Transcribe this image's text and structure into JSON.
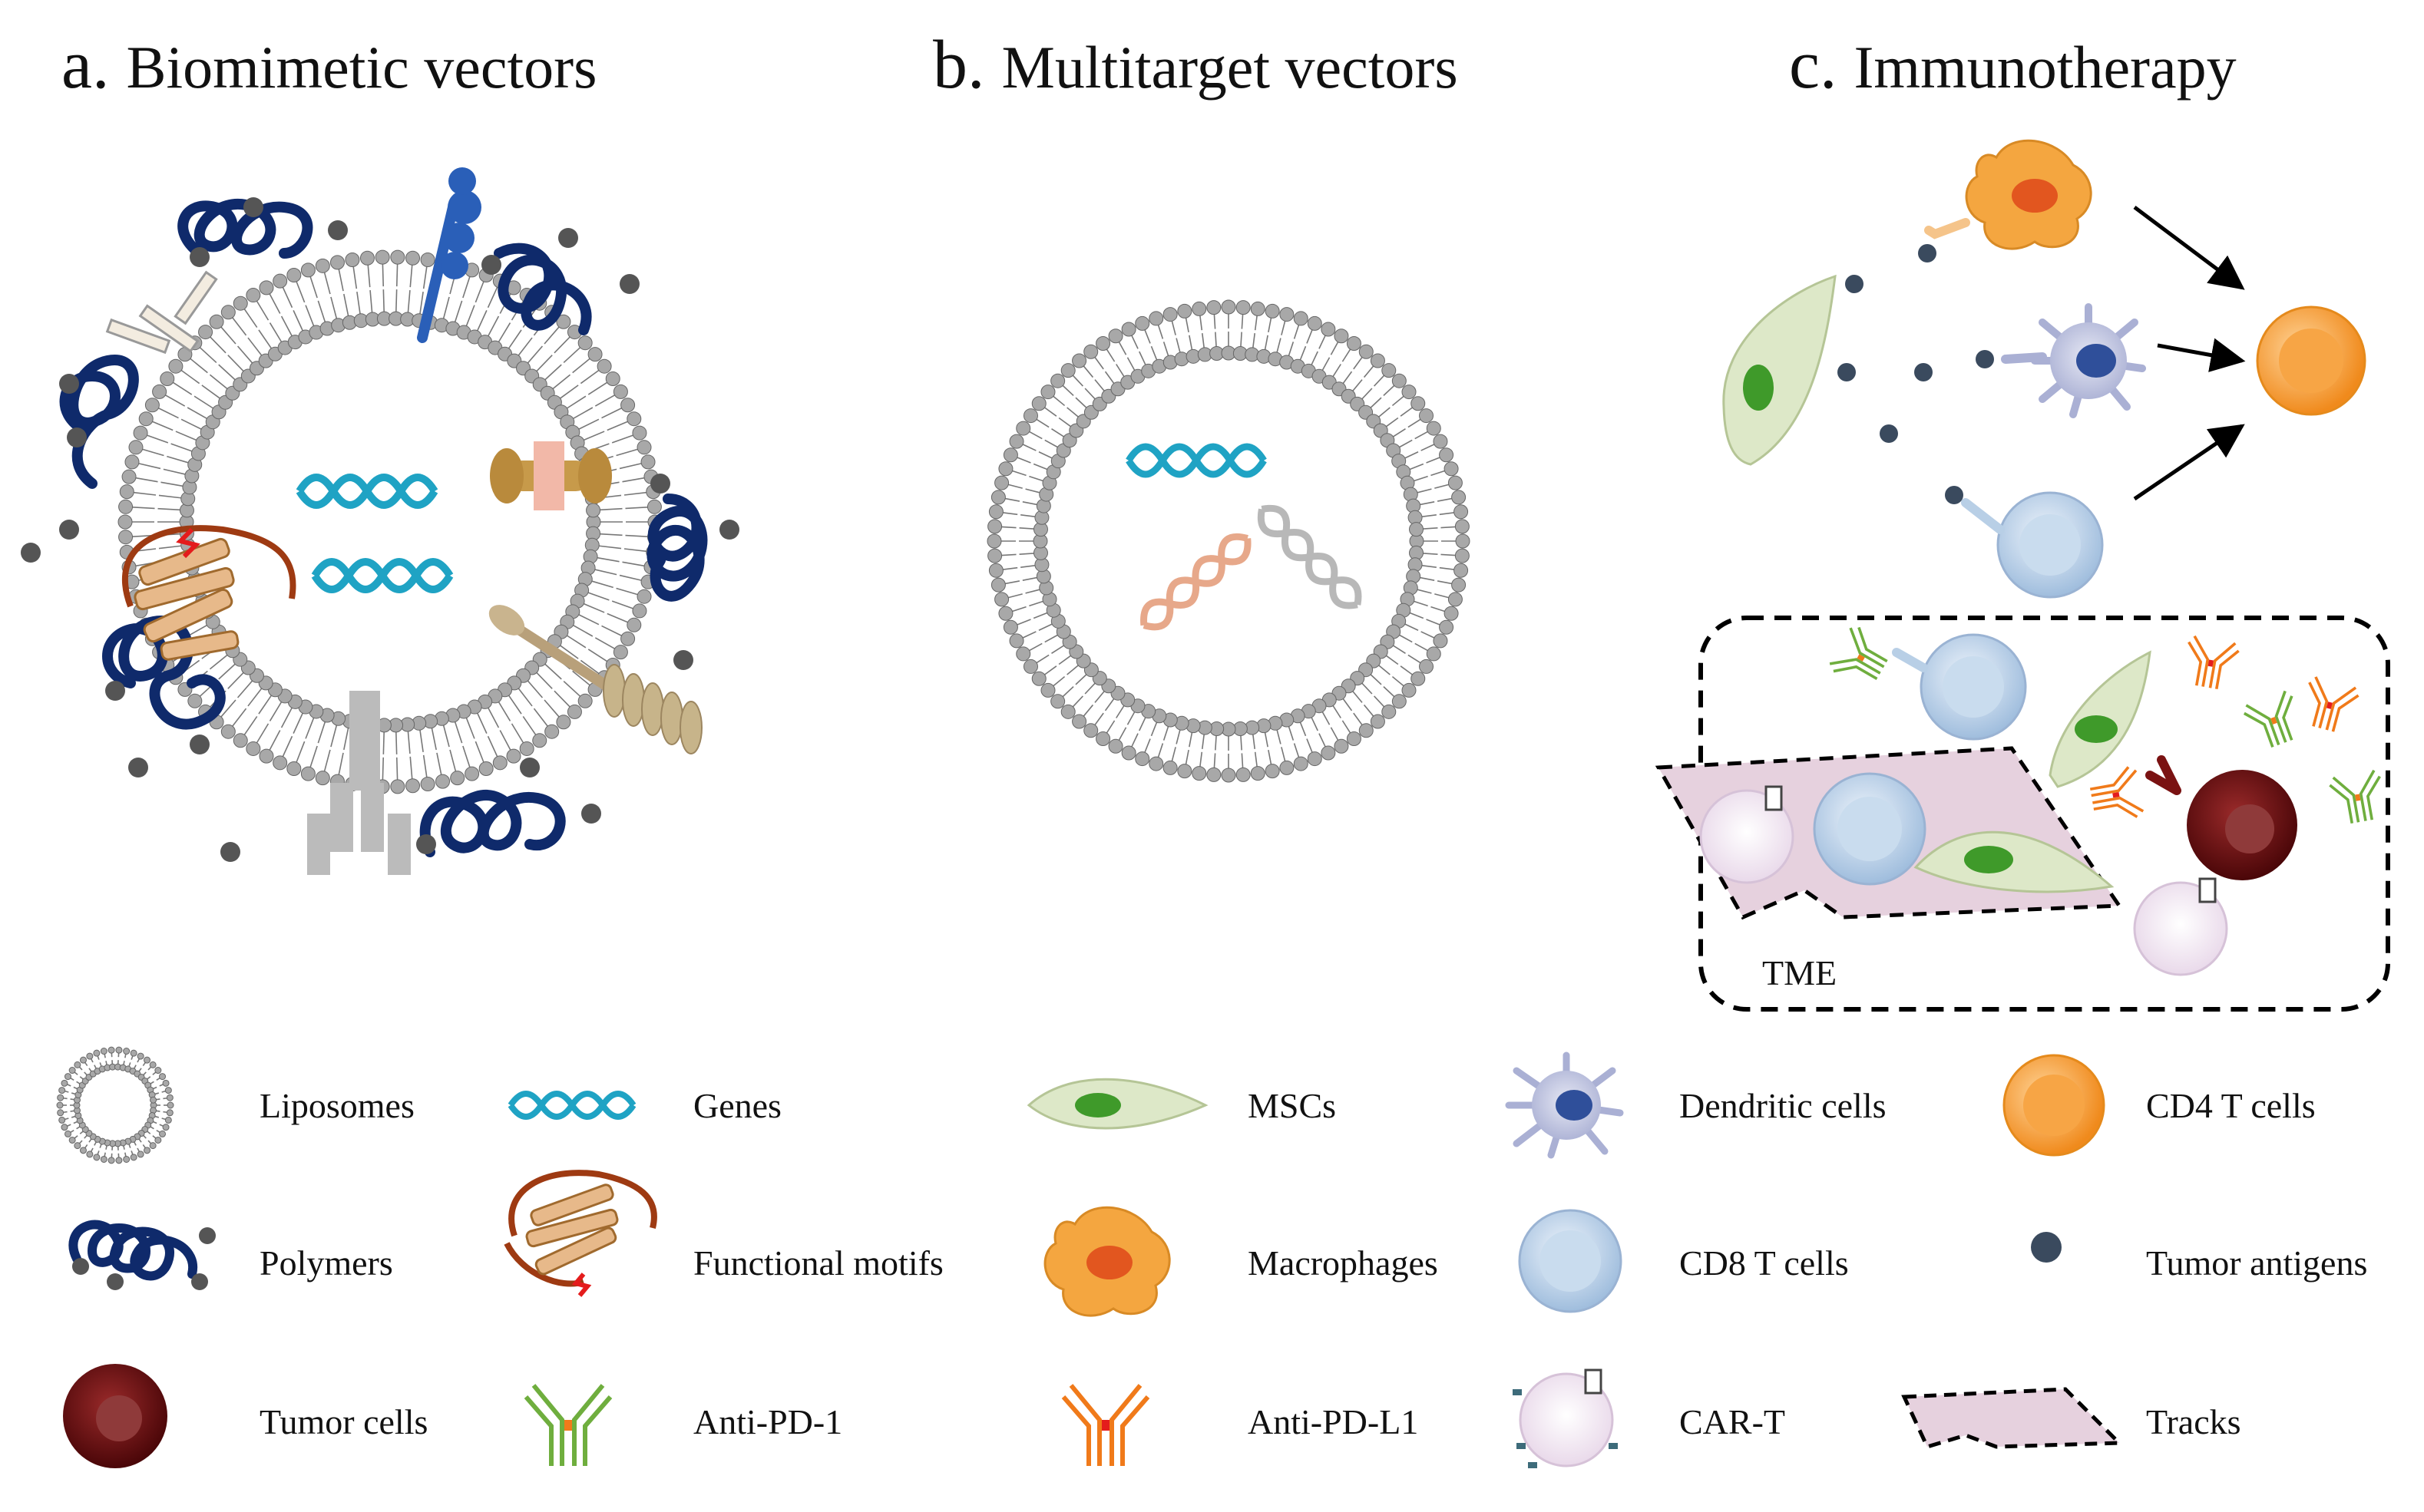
{
  "panels": [
    {
      "letter": "a.",
      "title": "Biomimetic vectors"
    },
    {
      "letter": "b.",
      "title": "Multitarget vectors"
    },
    {
      "letter": "c.",
      "title": "Immunotherapy"
    }
  ],
  "tme_label": "TME",
  "legend": [
    {
      "label": "Liposomes",
      "icon": "liposome-icon"
    },
    {
      "label": "Genes",
      "icon": "gene-icon"
    },
    {
      "label": "MSCs",
      "icon": "msc-icon"
    },
    {
      "label": "Dendritic cells",
      "icon": "dendritic-cell-icon"
    },
    {
      "label": "CD4 T cells",
      "icon": "cd4-t-cell-icon"
    },
    {
      "label": "Polymers",
      "icon": "polymer-icon"
    },
    {
      "label": "Functional motifs",
      "icon": "functional-motif-icon"
    },
    {
      "label": "Macrophages",
      "icon": "macrophage-icon"
    },
    {
      "label": "CD8 T cells",
      "icon": "cd8-t-cell-icon"
    },
    {
      "label": "Tumor antigens",
      "icon": "tumor-antigen-icon"
    },
    {
      "label": "Tumor cells",
      "icon": "tumor-cell-icon"
    },
    {
      "label": "Anti-PD-1",
      "icon": "anti-pd1-icon"
    },
    {
      "label": "Anti-PD-L1",
      "icon": "anti-pdl1-icon"
    },
    {
      "label": "CAR-T",
      "icon": "car-t-icon"
    },
    {
      "label": "Tracks",
      "icon": "tracks-icon"
    }
  ],
  "colors": {
    "gene": "#1fa3c4",
    "polymer": "#0f2a6b",
    "msc_fill": "#dde8c8",
    "msc_nucleus": "#3f9a2a",
    "cd4": "#f39a2d",
    "cd8": "#b8cfe6",
    "macrophage": "#f4a640",
    "dendritic": "#c3c7e2",
    "tumor": "#6e0f10",
    "antigen": "#3a4a5e",
    "track": "#e6d1de",
    "anti_pd1": "#6fae3e",
    "anti_pdl1": "#f07a1a"
  }
}
